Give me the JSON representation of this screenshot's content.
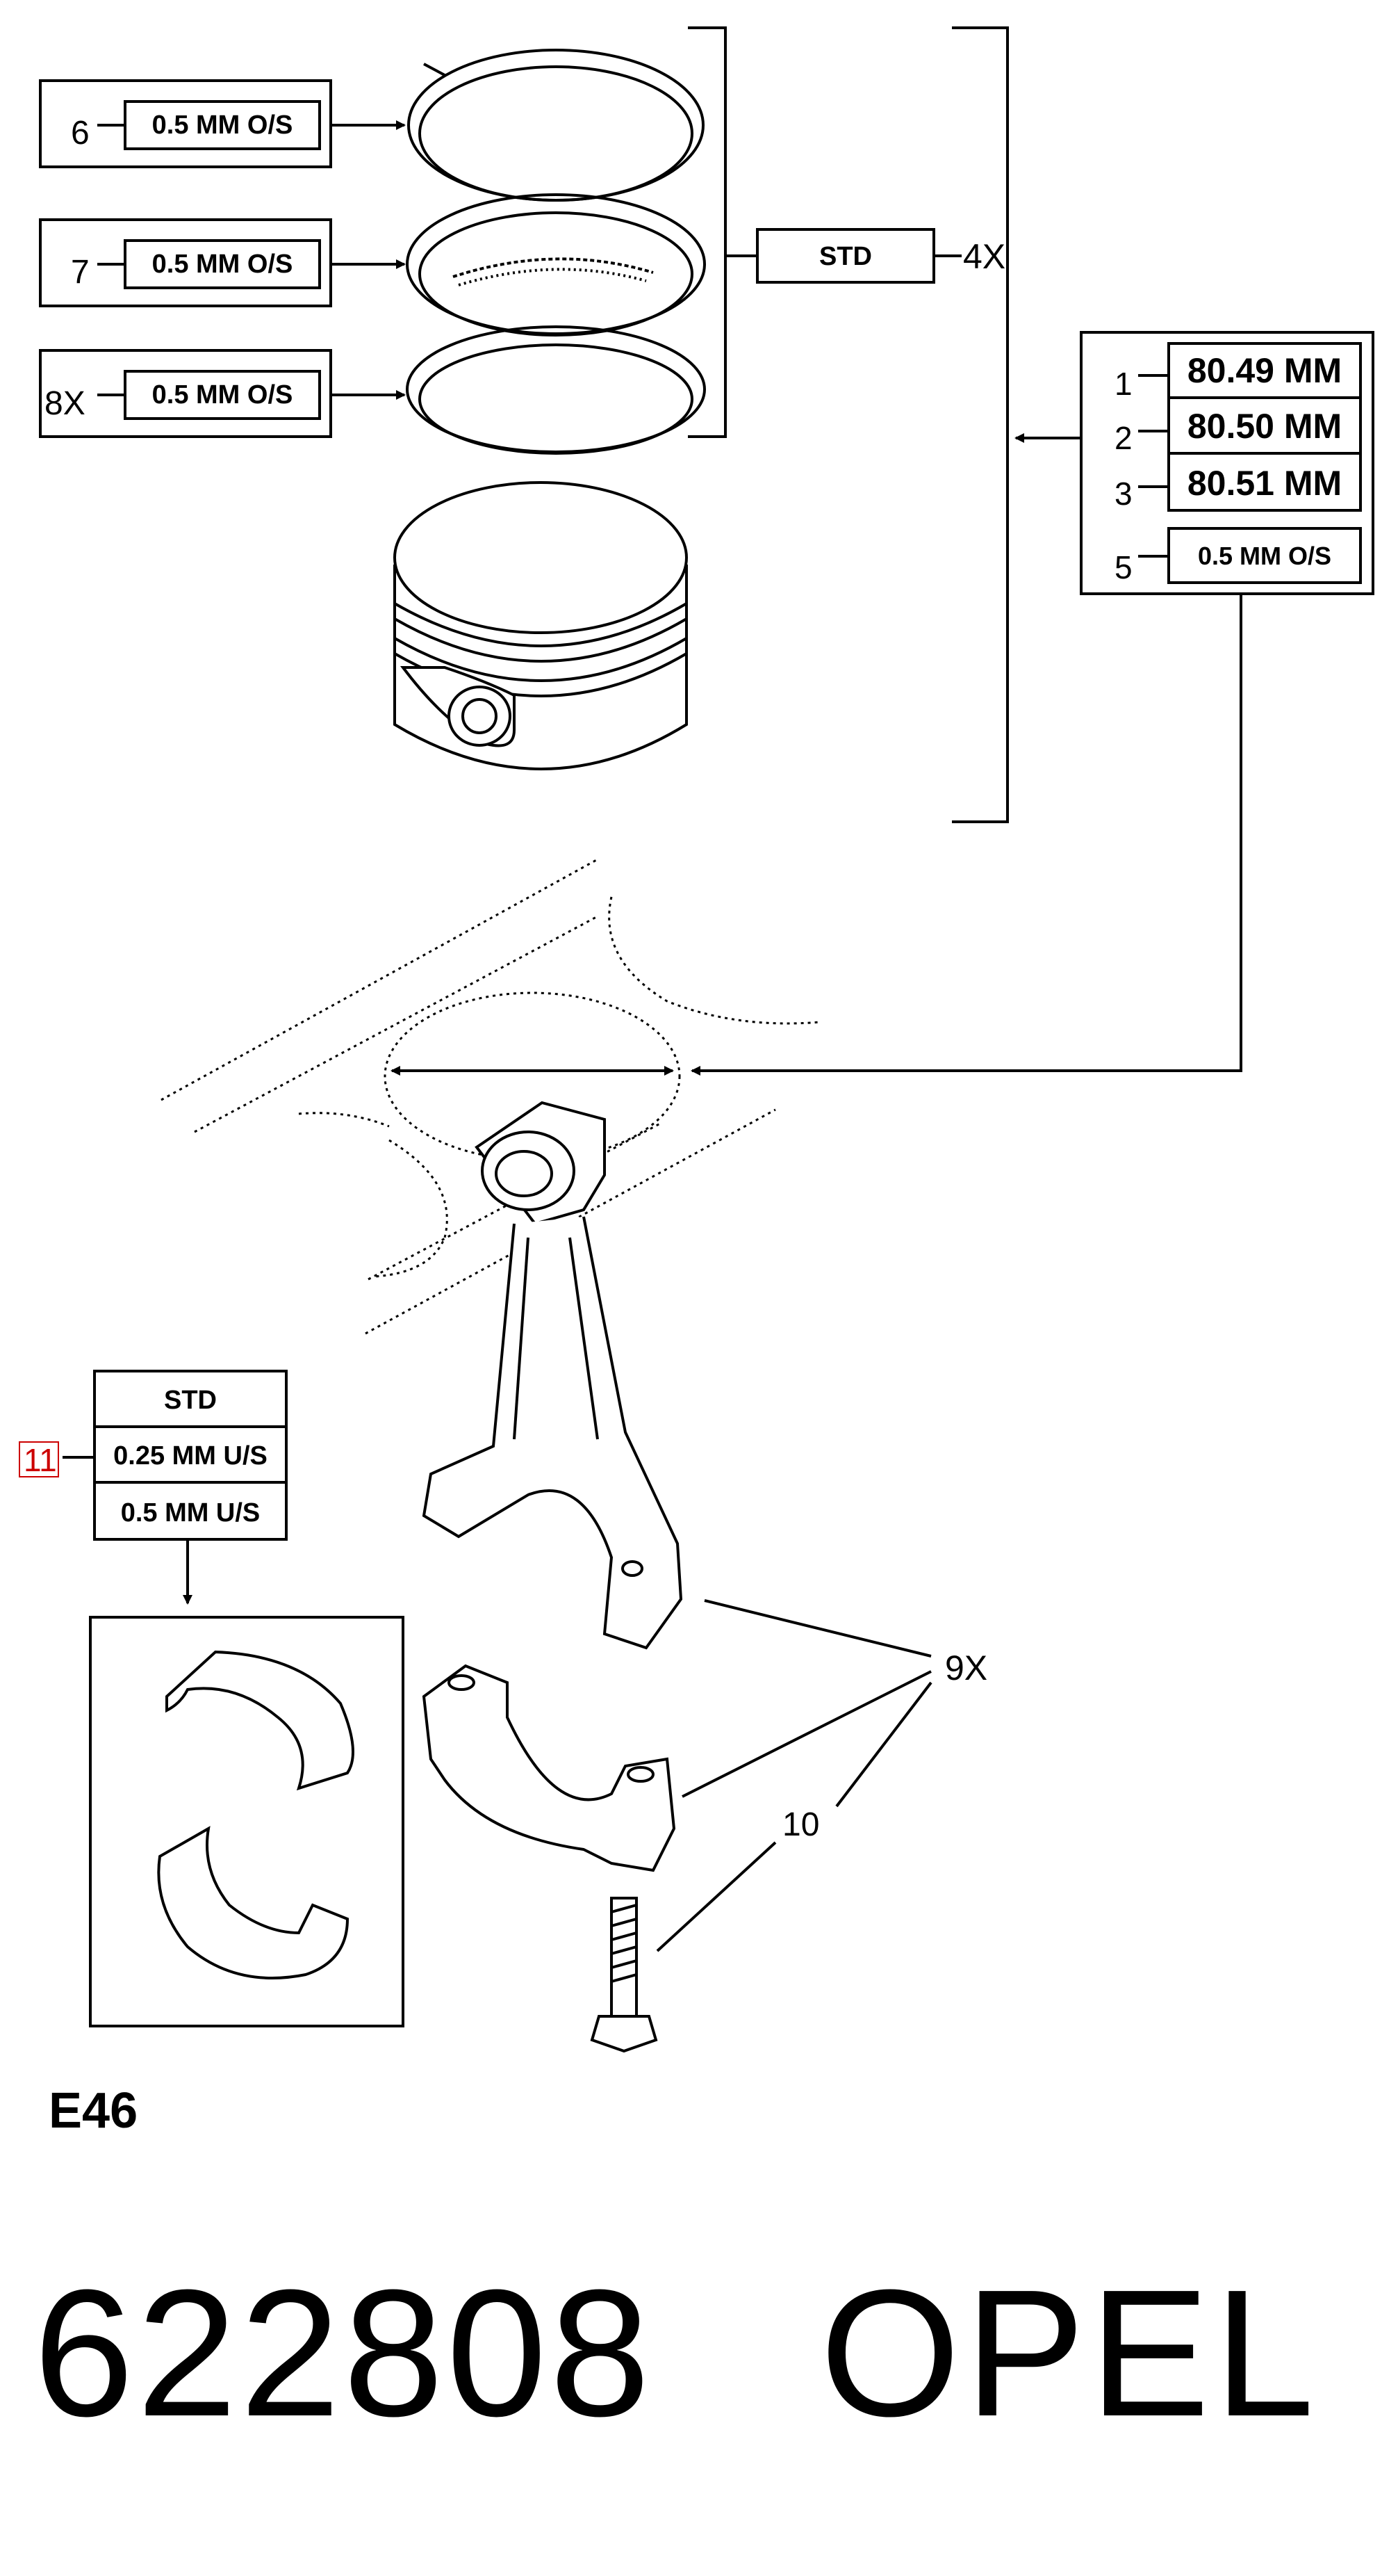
{
  "diagram": {
    "code": "E46",
    "part_number": "622808",
    "brand": "OPEL",
    "callouts": {
      "c1": "1",
      "c2": "2",
      "c3": "3",
      "c4x": "4X",
      "c5": "5",
      "c6": "6",
      "c7": "7",
      "c8x": "8X",
      "c9x": "9X",
      "c10": "10",
      "c11": "11"
    },
    "rings": {
      "ring6": "0.5 MM O/S",
      "ring7": "0.5 MM O/S",
      "ring8": "0.5 MM O/S",
      "set": "STD"
    },
    "piston_sizes": [
      "80.49 MM",
      "80.50 MM",
      "80.51 MM"
    ],
    "piston_oversize": "0.5 MM O/S",
    "bearing_sizes": [
      "STD",
      "0.25 MM U/S",
      "0.5 MM U/S"
    ]
  }
}
